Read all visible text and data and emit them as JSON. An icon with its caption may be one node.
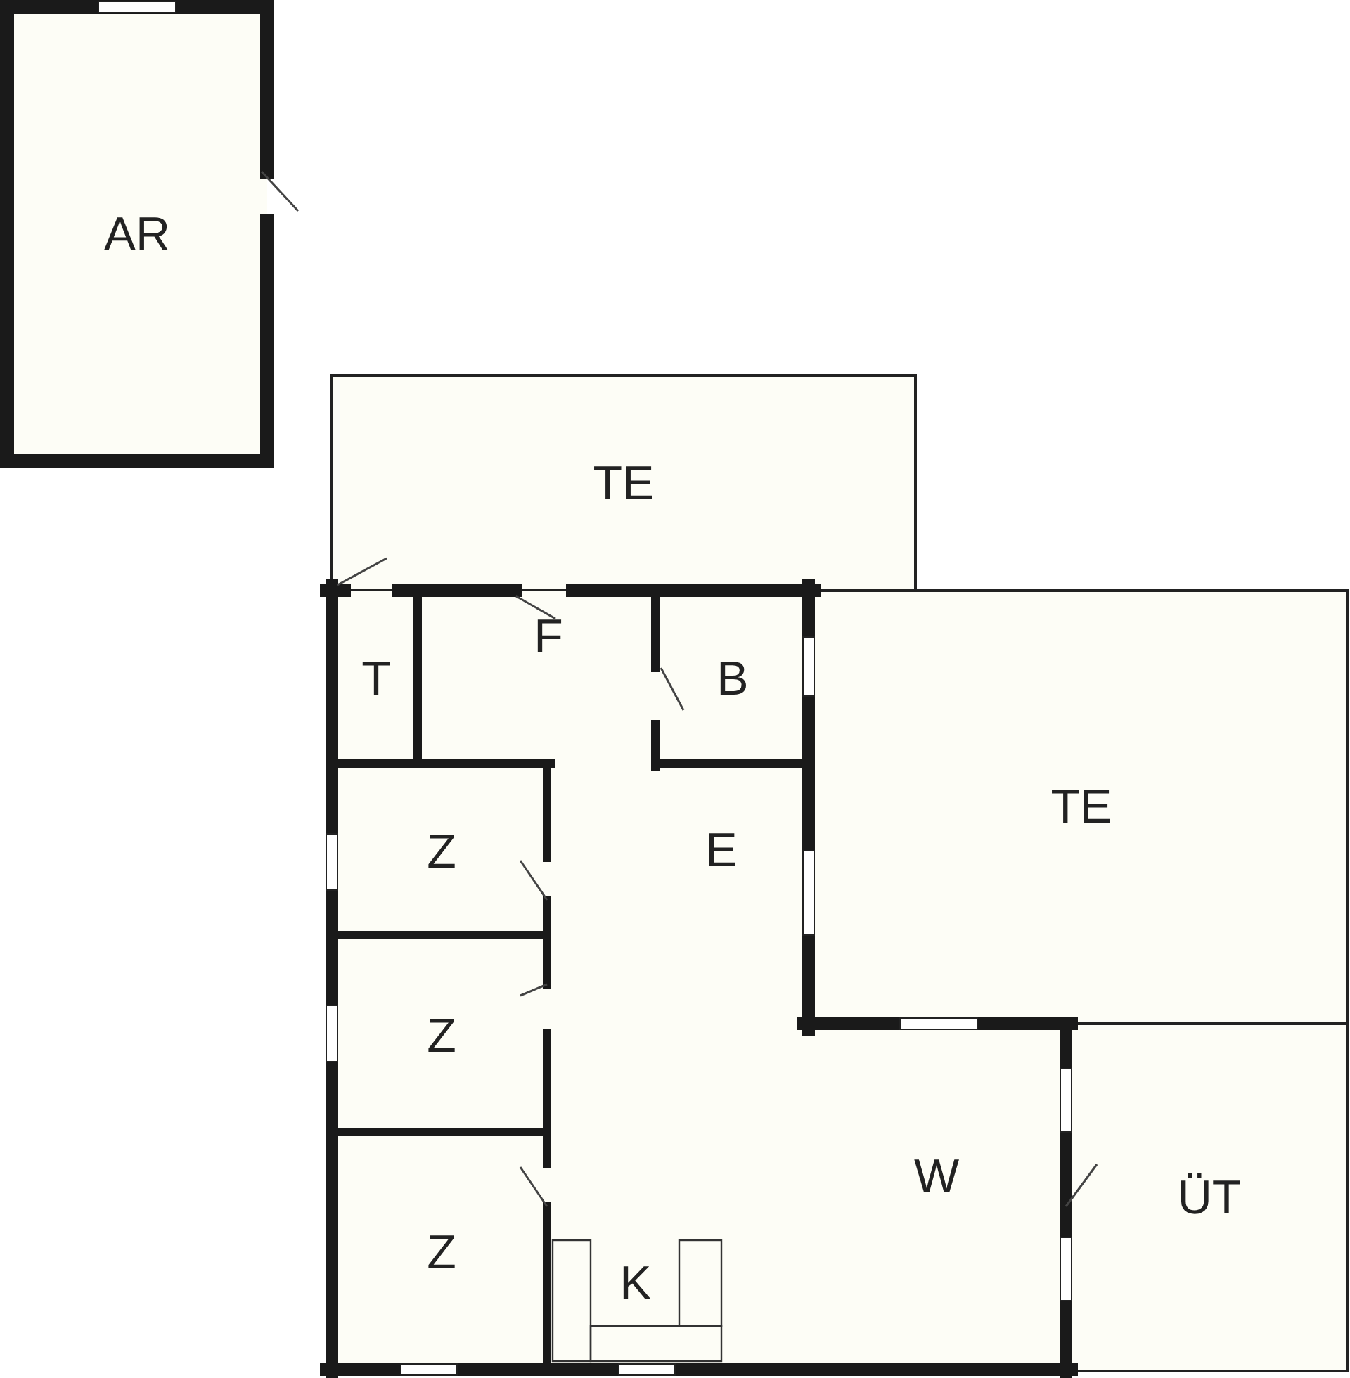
{
  "diagram": {
    "nodes": [
      {
        "text": [
          "AR"
        ]
      },
      {
        "text": [
          "TE"
        ]
      },
      {
        "text": [
          "T"
        ]
      },
      {
        "text": [
          "B"
        ]
      },
      {
        "text": [
          "TE"
        ]
      },
      {
        "text": [
          "Z"
        ]
      },
      {
        "text": [
          "Z"
        ]
      },
      {
        "text": [
          "Z"
        ]
      },
      {
        "text": [
          "ÜT"
        ]
      }
    ],
    "labels": [
      "F",
      "E",
      "W",
      "K"
    ]
  }
}
